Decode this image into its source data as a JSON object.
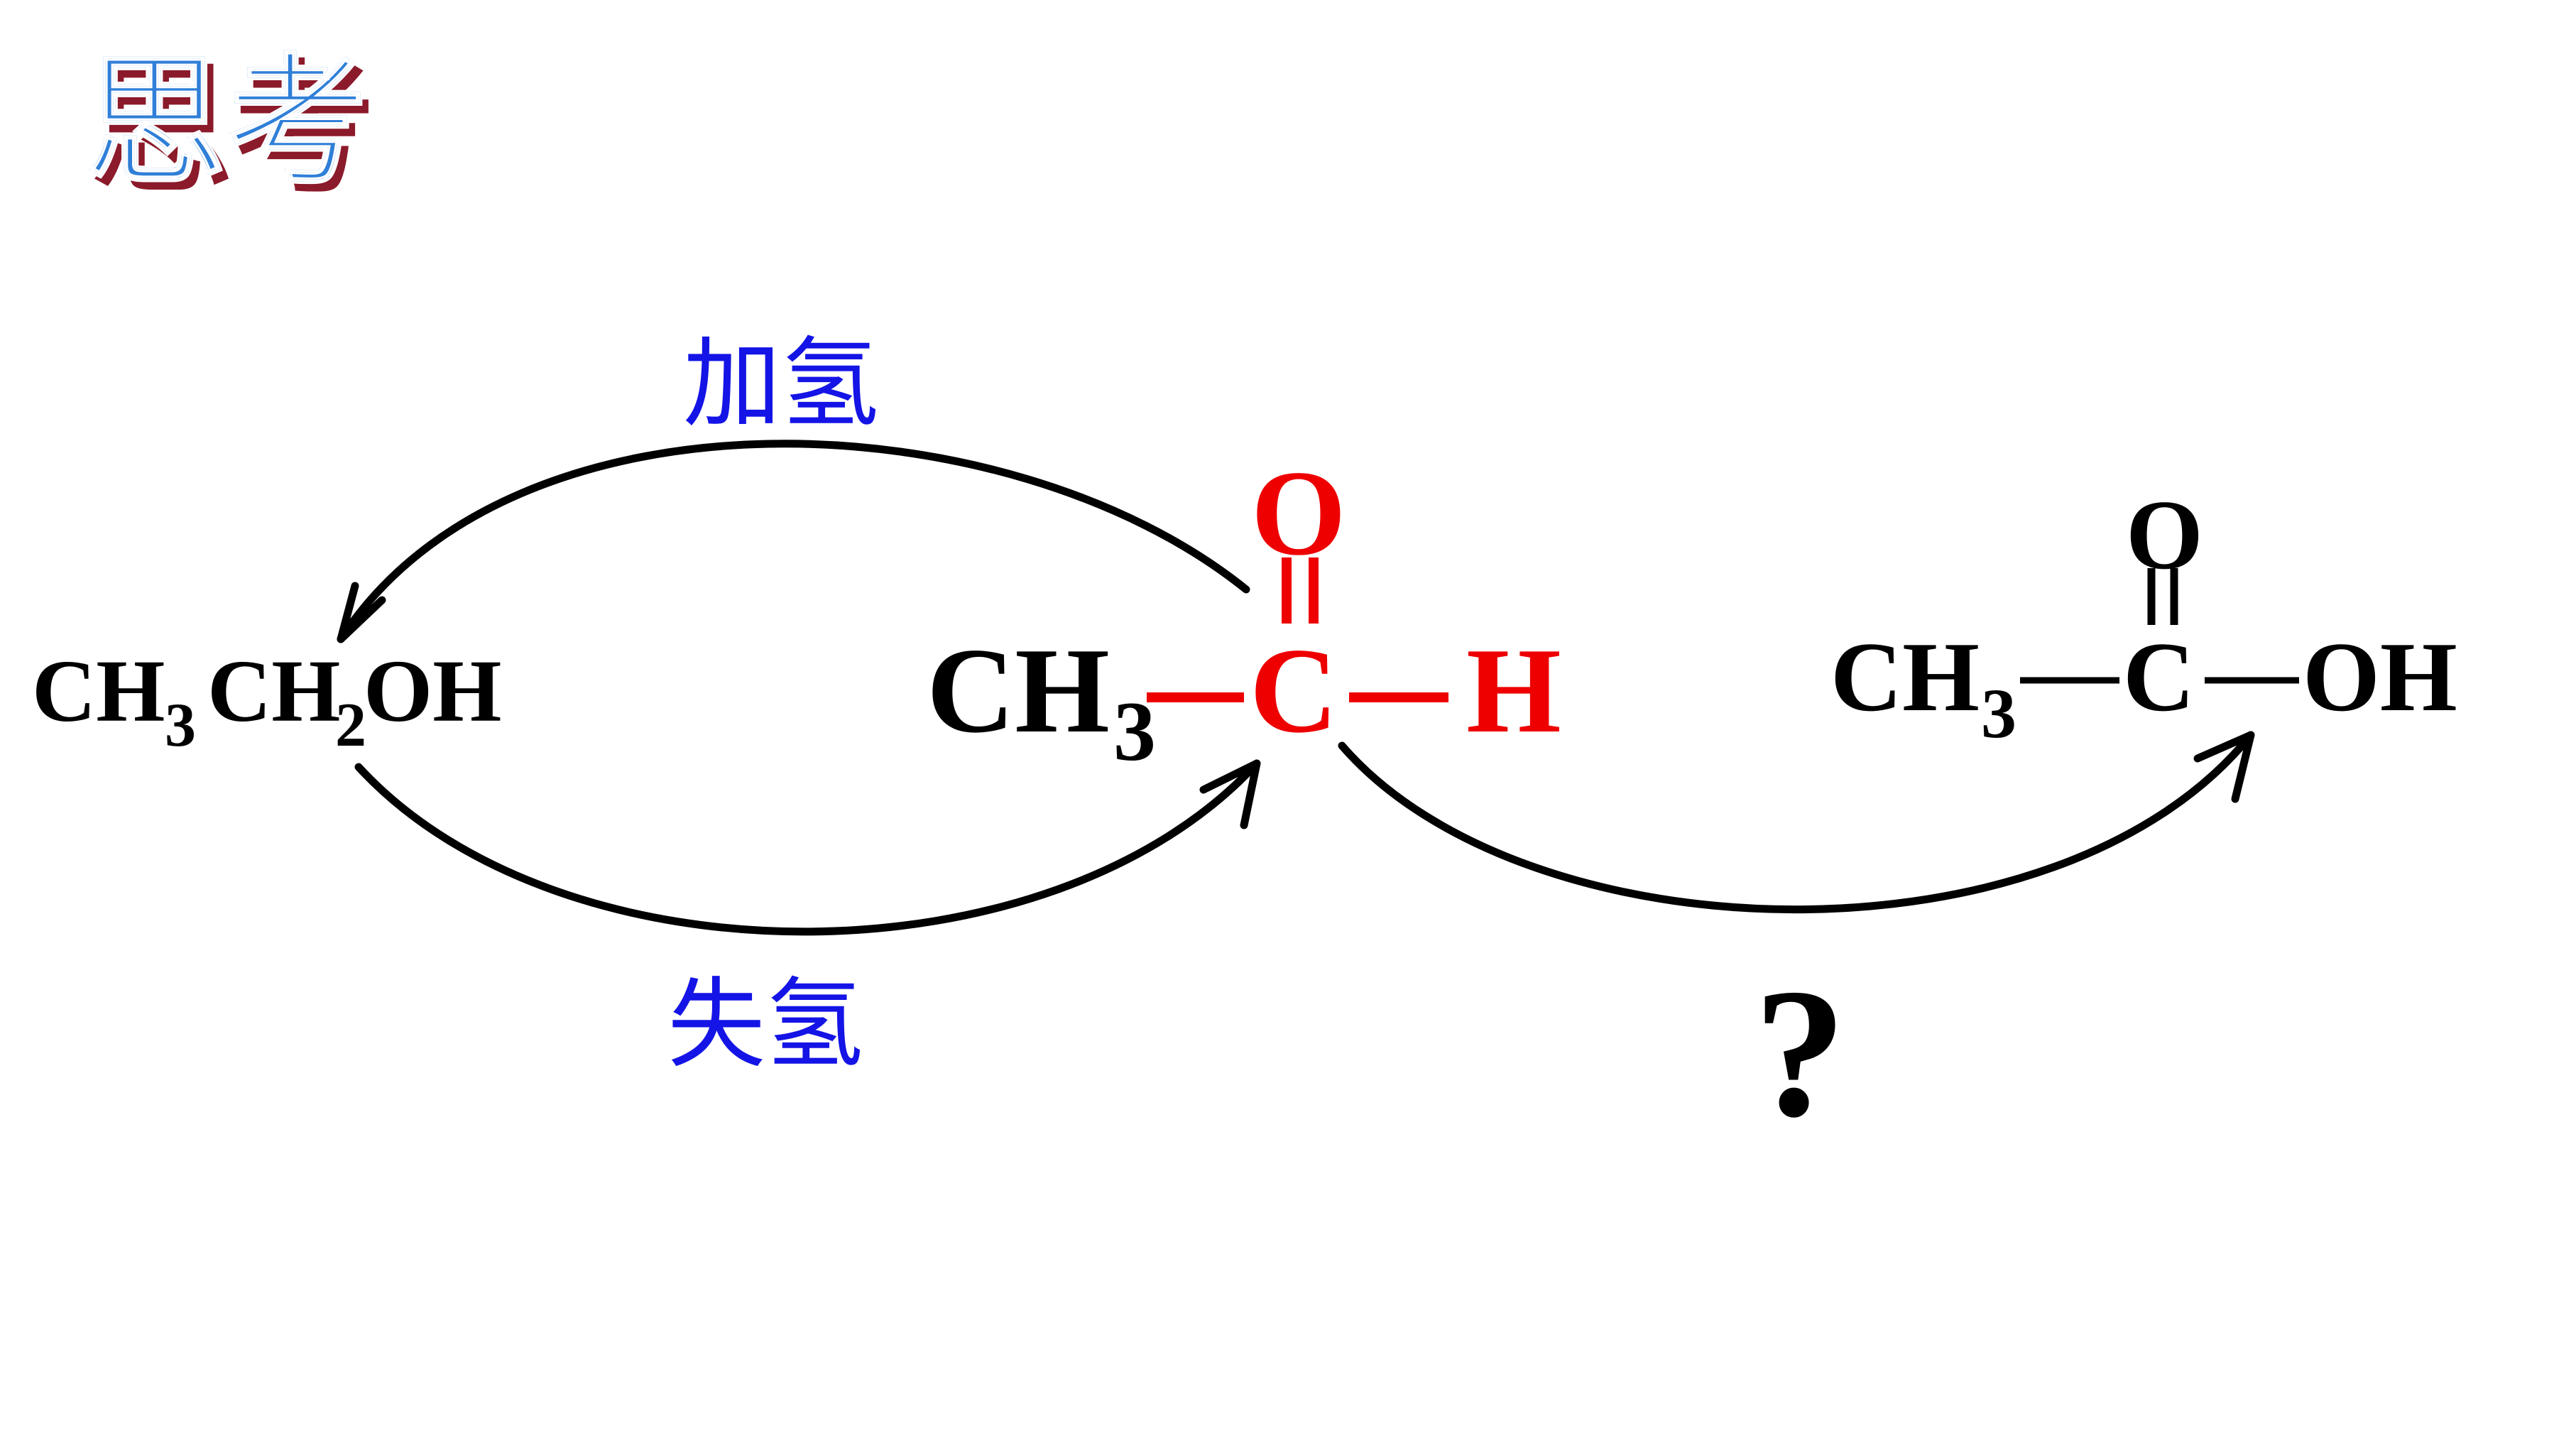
{
  "title": "思考",
  "labels": {
    "hydrogenation": "加氢",
    "dehydrogenation": "失氢",
    "question": "?"
  },
  "ethanol": {
    "a": "CH",
    "s1": "3",
    "b": "CH",
    "s2": "2",
    "c": "OH"
  },
  "acetaldehyde": {
    "ch": "CH",
    "sub": "3",
    "c": "C",
    "h": "H",
    "o": "O"
  },
  "acetic_acid": {
    "ch": "CH",
    "sub": "3",
    "c": "C",
    "o": "O",
    "oh": "OH"
  },
  "colors": {
    "title_fill": "#2f7fd8",
    "title_shadow": "#8b1a2a",
    "label_blue": "#1414e6",
    "highlight_red": "#ee0000",
    "black": "#000000"
  }
}
